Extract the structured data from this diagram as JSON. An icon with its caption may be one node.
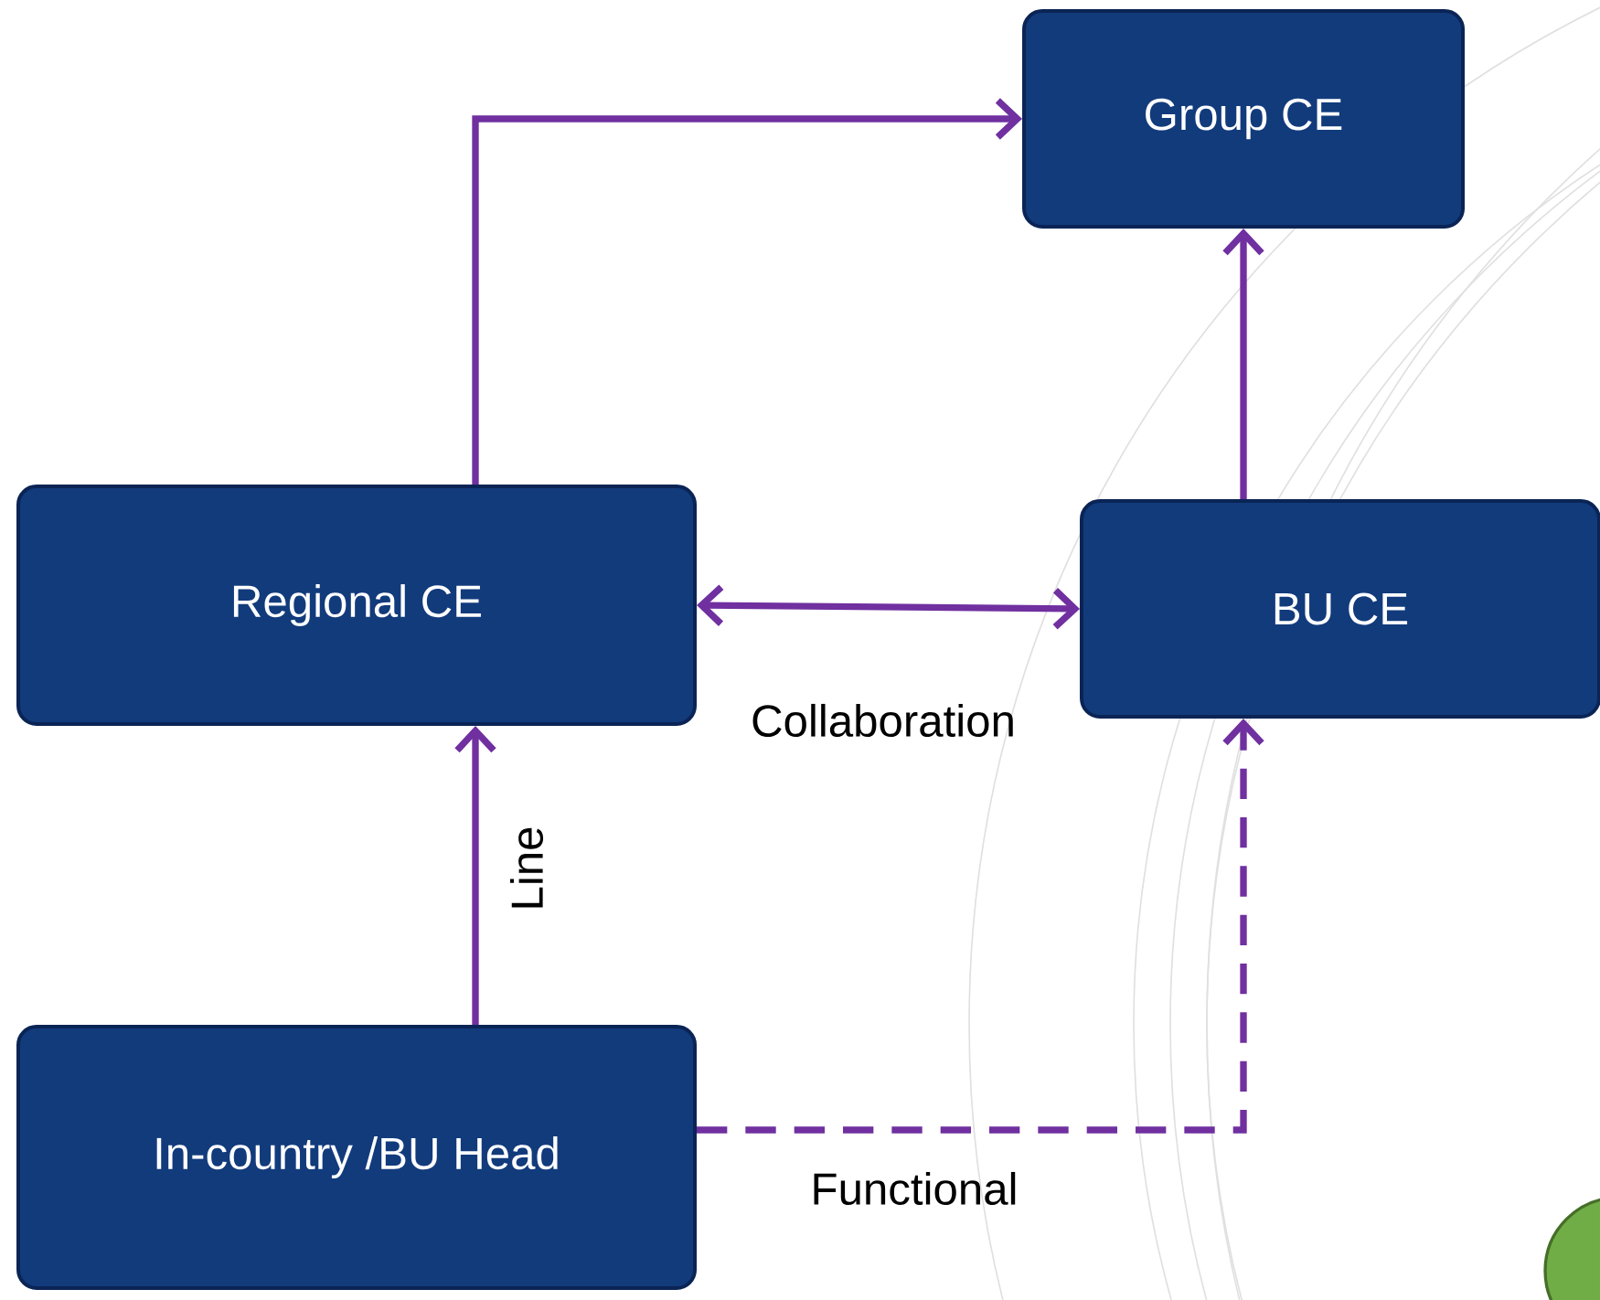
{
  "diagram": {
    "nodes": [
      {
        "text": [
          "Group CE"
        ]
      },
      {
        "text": [
          "Regional CE"
        ]
      },
      {
        "text": [
          "BU CE"
        ]
      },
      {
        "text": [
          "In-country /BU Head"
        ]
      }
    ],
    "edges": [
      {
        "from": 1,
        "to": 0,
        "arrow": "to"
      },
      {
        "from": 2,
        "to": 0,
        "arrow": "to"
      },
      {
        "from": 1,
        "to": 2,
        "arrow": "both",
        "label": "Collaboration"
      },
      {
        "from": 3,
        "to": 1,
        "arrow": "to",
        "label": "Line"
      },
      {
        "from": 3,
        "to": 2,
        "arrow": "to",
        "label": "Functional",
        "style": "dashed"
      }
    ]
  }
}
